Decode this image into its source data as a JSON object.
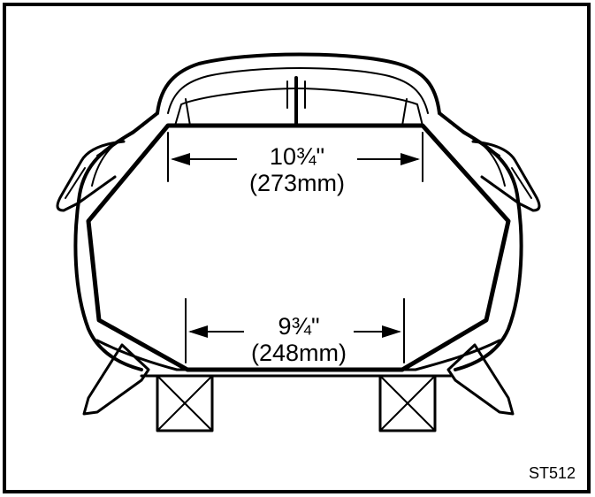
{
  "figure": {
    "code": "ST512",
    "colors": {
      "line": "#000000",
      "background": "#ffffff"
    }
  },
  "dimensions": {
    "upper": {
      "imperial": "10¾\"",
      "metric": "(273mm)"
    },
    "lower": {
      "imperial": "9¾\"",
      "metric": "(248mm)"
    }
  }
}
